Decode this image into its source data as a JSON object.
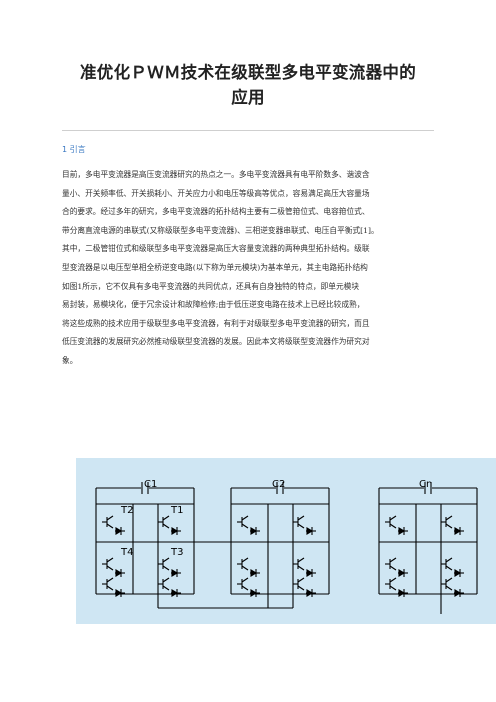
{
  "article": {
    "title_line1": "准优化ＰＷＭ技术在级联型多电平变流器中的",
    "title_line2": "应用",
    "section_heading": "1  引言",
    "paragraph_lines": [
      "目前，多电平变流器是高压变流器研究的热点之一。多电平变流器具有电平阶数多、谐波含",
      "量小、开关频率低、开关损耗小、开关应力小和电压等级高等优点，容易满足高压大容量场",
      "合的要求。经过多年的研究，多电平变流器的拓扑结构主要有二极管箝位式、电容箝位式、",
      "带分离直流电源的串联式(又称级联型多电平变流器)、三相逆变器串联式、电压自平衡式[1]。",
      "其中，二极管钳位式和级联型多电平变流器是高压大容量变流器的两种典型拓扑结构。级联",
      "型变流器是以电压型单相全桥逆变电路(以下称为单元模块)为基本单元，其主电路拓扑结构",
      "如图1所示，它不仅具有多电平变流器的共同优点，还具有自身独特的特点，即单元模块",
      "易封装，易模块化，便于冗余设计和故障检修;由于低压逆变电路在技术上已经比较成熟，",
      "将这些成熟的技术应用于级联型多电平变流器，有利于对级联型多电平变流器的研究，而且",
      "低压变流器的发展研究必然推动级联型变流器的发展。因此本文将级联型变流器作为研究对",
      "象。"
    ]
  },
  "figure": {
    "background": "#cfe6f3",
    "labels": {
      "c1": "C1",
      "c2": "C2",
      "cn": "Cn",
      "t1": "T1",
      "t2": "T2",
      "t3": "T3",
      "t4": "T4"
    }
  }
}
